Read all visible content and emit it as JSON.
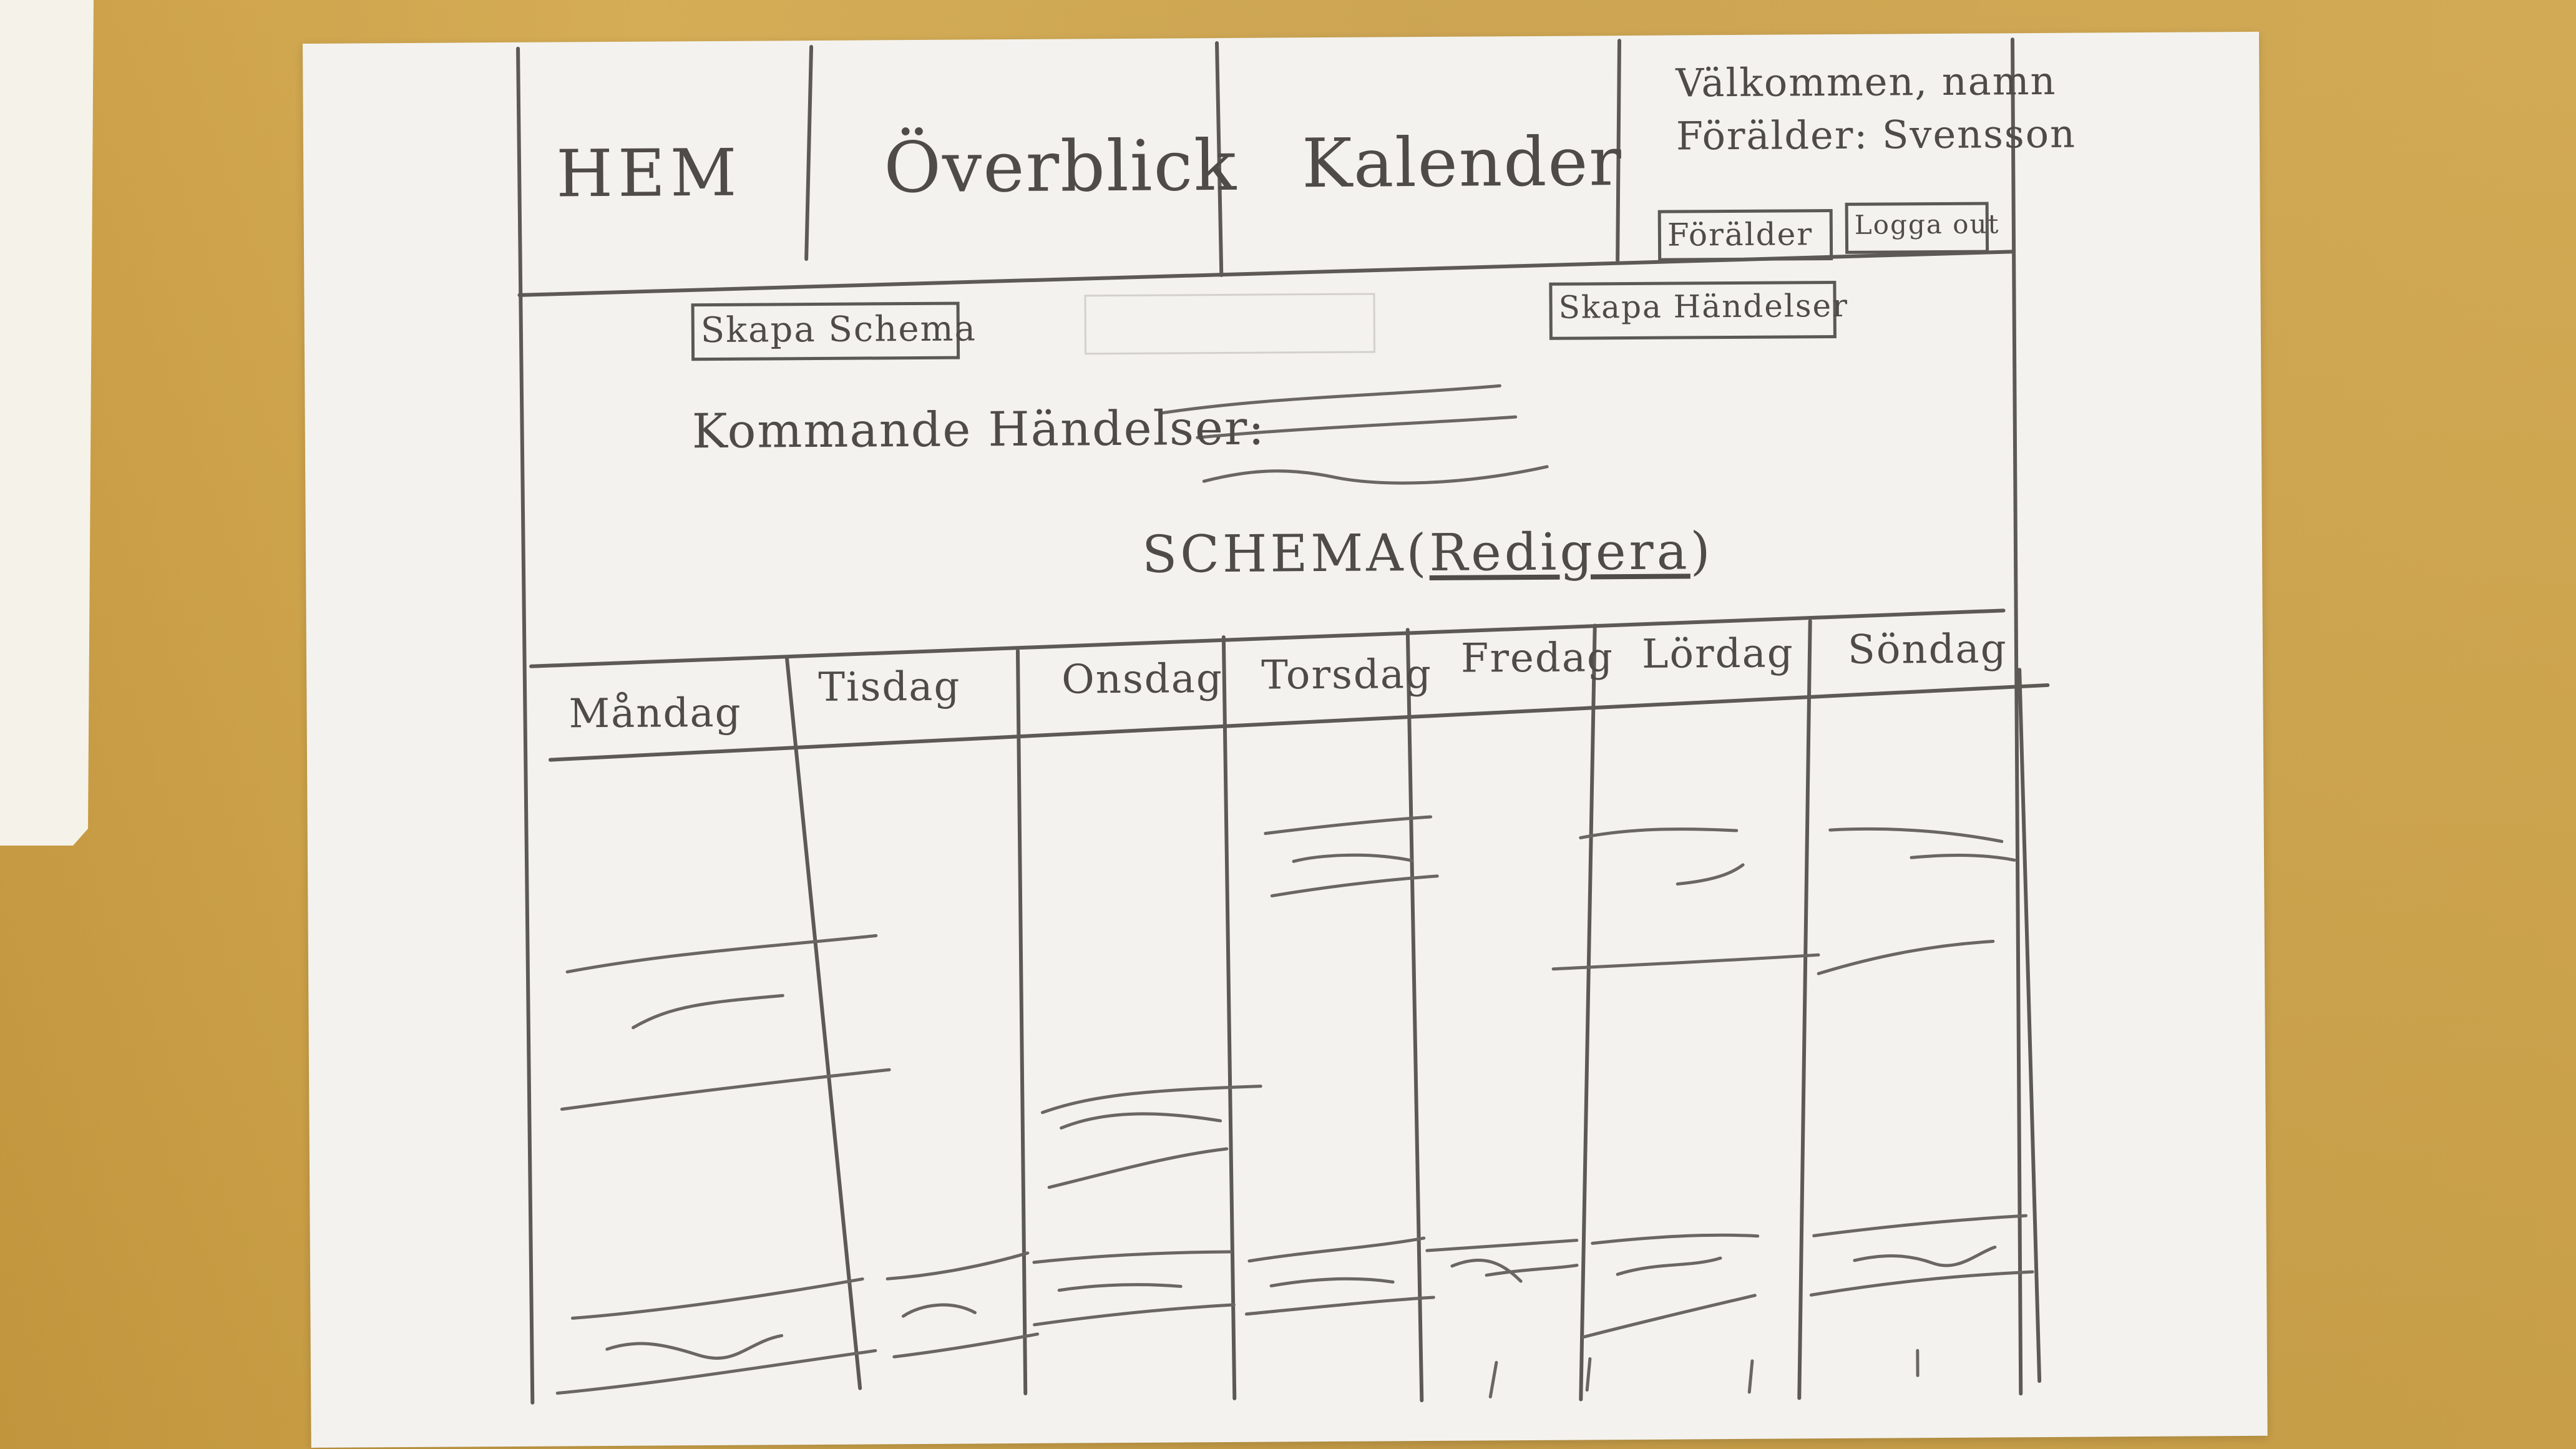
{
  "nav": {
    "home": "HEM",
    "overview": "Överblick",
    "calendar": "Kalender",
    "welcome": "Välkommen, namn",
    "parent_role": "Förälder: Svensson",
    "parent_button": "Förälder",
    "logout_button": "Logga out"
  },
  "actions": {
    "create_schedule": "Skapa Schema",
    "create_events": "Skapa Händelser"
  },
  "events": {
    "label": "Kommande Händelser:"
  },
  "schedule": {
    "title": "SCHEMA",
    "edit_link": "Redigera"
  },
  "days": [
    "Måndag",
    "Tisdag",
    "Onsdag",
    "Torsdag",
    "Fredag",
    "Lördag",
    "Söndag"
  ]
}
